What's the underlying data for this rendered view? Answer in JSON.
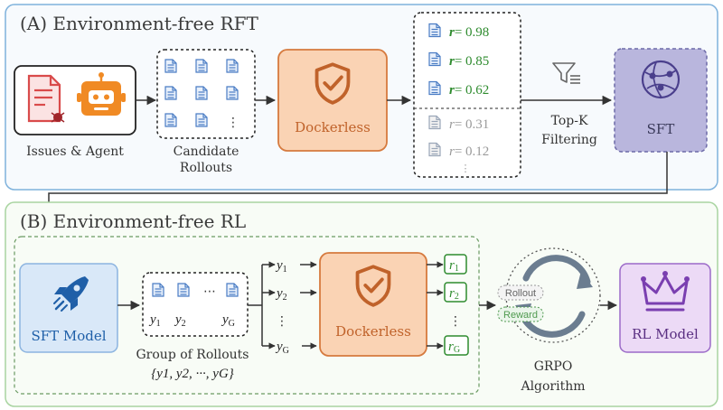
{
  "panel_a": {
    "title": "(A) Environment-free RFT",
    "issues_label": "Issues & Agent",
    "candidate_label_1": "Candidate",
    "candidate_label_2": "Rollouts",
    "dockerless_label": "Dockerless",
    "scores_kept": [
      {
        "var": "r",
        "value": "= 0.98"
      },
      {
        "var": "r",
        "value": "= 0.85"
      },
      {
        "var": "r",
        "value": "= 0.62"
      }
    ],
    "scores_dropped": [
      {
        "var": "r",
        "value": "= 0.31"
      },
      {
        "var": "r",
        "value": "= 0.12"
      }
    ],
    "filter_label_1": "Top-K",
    "filter_label_2": "Filtering",
    "sft_label": "SFT"
  },
  "panel_b": {
    "title": "(B) Environment-free RL",
    "sft_model_label": "SFT Model",
    "group_vars": [
      "y",
      "y",
      "y"
    ],
    "group_subs": [
      "1",
      "2",
      "G"
    ],
    "group_label": "Group of Rollouts",
    "group_set": "{y1, y2, ···, yG}",
    "rollout_vars": [
      "y",
      "y",
      "y"
    ],
    "rollout_subs": [
      "1",
      "2",
      "G"
    ],
    "dockerless_label": "Dockerless",
    "reward_vars": [
      "r",
      "r",
      "r"
    ],
    "reward_subs": [
      "1",
      "2",
      "G"
    ],
    "grpo_rollout": "Rollout",
    "grpo_reward": "Reward",
    "grpo_label_1": "GRPO",
    "grpo_label_2": "Algorithm",
    "rl_model_label": "RL Model"
  },
  "colors": {
    "panel_a_border": "#7fb2dc",
    "panel_b_border": "#a8d4a0",
    "dockerless_fill": "#fad3b4",
    "dockerless_stroke": "#d67a3e",
    "dockerless_text": "#c0622a",
    "sft_fill": "#b9b6dd",
    "sft_model_fill": "#d9e8f8",
    "sft_model_text": "#1f5fa8",
    "rl_model_fill": "#ecdaf6",
    "rl_model_stroke": "#9b6ac8",
    "reward_green": "#2e8b2e",
    "issue_red": "#d94b4b",
    "robot_orange": "#f08a24"
  },
  "icons": [
    "document-alert-icon",
    "robot-icon",
    "document-icon",
    "shield-check-icon",
    "funnel-icon",
    "network-globe-icon",
    "rocket-icon",
    "crown-icon",
    "cycle-arrows-icon"
  ]
}
